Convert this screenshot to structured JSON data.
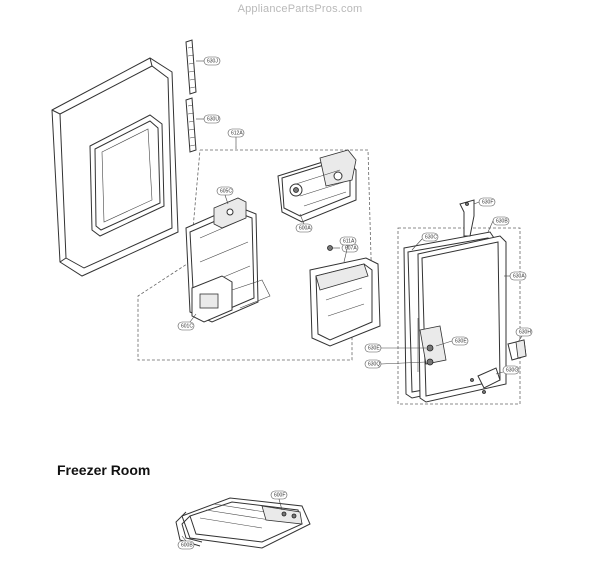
{
  "header": {
    "watermark": "AppliancePartsPros.com"
  },
  "sections": {
    "freezer_title": "Freezer Room"
  },
  "labels": {
    "p630j": "630J",
    "p630u": "630U",
    "p612a": "612A",
    "p605c": "605C",
    "p600a": "600A",
    "p607a": "607A",
    "p611a": "611A",
    "p601c": "601C",
    "p630f": "630F",
    "p630b": "630B",
    "p630c": "630C",
    "p630a": "630A",
    "p630h": "630H",
    "p630e": "630E",
    "p630d": "630D",
    "p630q": "630Q",
    "p630g": "630G",
    "p600f": "600F",
    "p600b": "600B"
  }
}
